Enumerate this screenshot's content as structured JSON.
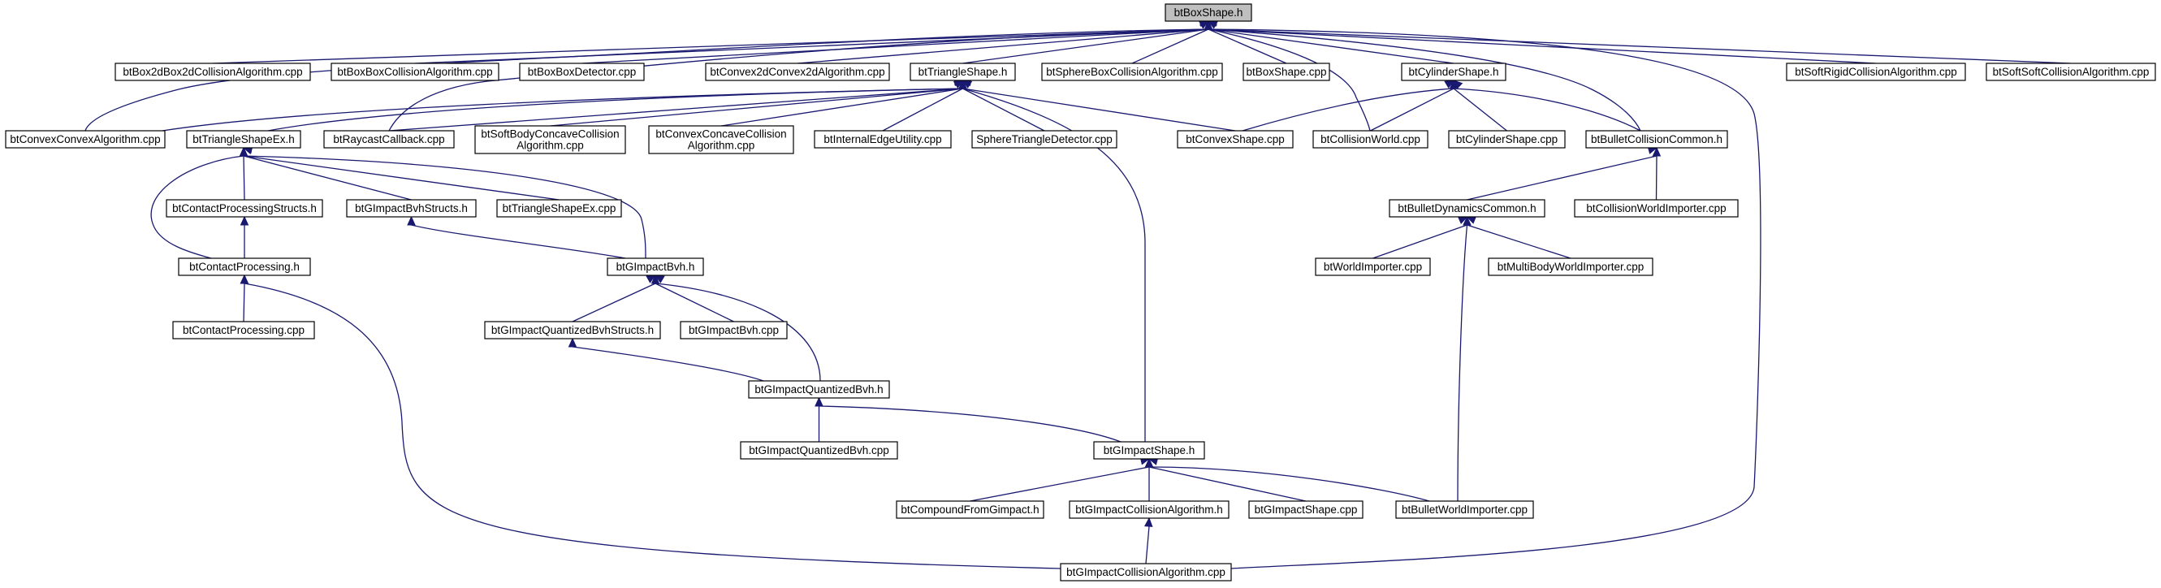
{
  "graph_title": "btBoxShape.h",
  "colors": {
    "edge": "#191970",
    "root_fill": "#bfbfbf",
    "node_fill": "#ffffff",
    "node_border": "#000000"
  },
  "nodes": [
    {
      "id": "root",
      "label": [
        "btBoxShape.h"
      ],
      "root": true
    },
    {
      "id": "b2d",
      "label": [
        "btBox2dBox2dCollisionAlgorithm.cpp"
      ]
    },
    {
      "id": "bbca",
      "label": [
        "btBoxBoxCollisionAlgorithm.cpp"
      ]
    },
    {
      "id": "bbd",
      "label": [
        "btBoxBoxDetector.cpp"
      ]
    },
    {
      "id": "c2d",
      "label": [
        "btConvex2dConvex2dAlgorithm.cpp"
      ]
    },
    {
      "id": "tri",
      "label": [
        "btTriangleShape.h"
      ]
    },
    {
      "id": "sbca",
      "label": [
        "btSphereBoxCollisionAlgorithm.cpp"
      ]
    },
    {
      "id": "boxcpp",
      "label": [
        "btBoxShape.cpp"
      ]
    },
    {
      "id": "cyl",
      "label": [
        "btCylinderShape.h"
      ]
    },
    {
      "id": "srca",
      "label": [
        "btSoftRigidCollisionAlgorithm.cpp"
      ]
    },
    {
      "id": "ssca",
      "label": [
        "btSoftSoftCollisionAlgorithm.cpp"
      ]
    },
    {
      "id": "cca",
      "label": [
        "btConvexConvexAlgorithm.cpp"
      ]
    },
    {
      "id": "trix",
      "label": [
        "btTriangleShapeEx.h"
      ]
    },
    {
      "id": "rayc",
      "label": [
        "btRaycastCallback.cpp"
      ]
    },
    {
      "id": "sbcc",
      "label": [
        "btSoftBodyConcaveCollision",
        "Algorithm.cpp"
      ]
    },
    {
      "id": "ccca",
      "label": [
        "btConvexConcaveCollision",
        "Algorithm.cpp"
      ]
    },
    {
      "id": "ieu",
      "label": [
        "btInternalEdgeUtility.cpp"
      ]
    },
    {
      "id": "std",
      "label": [
        "SphereTriangleDetector.cpp"
      ]
    },
    {
      "id": "cvx",
      "label": [
        "btConvexShape.cpp"
      ]
    },
    {
      "id": "cw",
      "label": [
        "btCollisionWorld.cpp"
      ]
    },
    {
      "id": "cylcpp",
      "label": [
        "btCylinderShape.cpp"
      ]
    },
    {
      "id": "bcc",
      "label": [
        "btBulletCollisionCommon.h"
      ]
    },
    {
      "id": "cps",
      "label": [
        "btContactProcessingStructs.h"
      ]
    },
    {
      "id": "gbs",
      "label": [
        "btGImpactBvhStructs.h"
      ]
    },
    {
      "id": "trixcpp",
      "label": [
        "btTriangleShapeEx.cpp"
      ]
    },
    {
      "id": "bdc",
      "label": [
        "btBulletDynamicsCommon.h"
      ]
    },
    {
      "id": "cwi",
      "label": [
        "btCollisionWorldImporter.cpp"
      ]
    },
    {
      "id": "cp",
      "label": [
        "btContactProcessing.h"
      ]
    },
    {
      "id": "gb",
      "label": [
        "btGImpactBvh.h"
      ]
    },
    {
      "id": "wi",
      "label": [
        "btWorldImporter.cpp"
      ]
    },
    {
      "id": "mbwi",
      "label": [
        "btMultiBodyWorldImporter.cpp"
      ]
    },
    {
      "id": "cpcpp",
      "label": [
        "btContactProcessing.cpp"
      ]
    },
    {
      "id": "gqbs",
      "label": [
        "btGImpactQuantizedBvhStructs.h"
      ]
    },
    {
      "id": "gbcpp",
      "label": [
        "btGImpactBvh.cpp"
      ]
    },
    {
      "id": "gqb",
      "label": [
        "btGImpactQuantizedBvh.h"
      ]
    },
    {
      "id": "gqbcpp",
      "label": [
        "btGImpactQuantizedBvh.cpp"
      ]
    },
    {
      "id": "gs",
      "label": [
        "btGImpactShape.h"
      ]
    },
    {
      "id": "cfg",
      "label": [
        "btCompoundFromGimpact.h"
      ]
    },
    {
      "id": "gca",
      "label": [
        "btGImpactCollisionAlgorithm.h"
      ]
    },
    {
      "id": "gscpp",
      "label": [
        "btGImpactShape.cpp"
      ]
    },
    {
      "id": "bwi",
      "label": [
        "btBulletWorldImporter.cpp"
      ]
    },
    {
      "id": "gcacpp",
      "label": [
        "btGImpactCollisionAlgorithm.cpp"
      ]
    }
  ],
  "edges": [
    [
      "root",
      "b2d"
    ],
    [
      "root",
      "bbca"
    ],
    [
      "root",
      "bbd"
    ],
    [
      "root",
      "c2d"
    ],
    [
      "root",
      "tri"
    ],
    [
      "root",
      "sbca"
    ],
    [
      "root",
      "boxcpp"
    ],
    [
      "root",
      "cyl"
    ],
    [
      "root",
      "srca"
    ],
    [
      "root",
      "ssca"
    ],
    [
      "root",
      "cca"
    ],
    [
      "root",
      "rayc"
    ],
    [
      "root",
      "cw"
    ],
    [
      "root",
      "bcc"
    ],
    [
      "root",
      "gcacpp"
    ],
    [
      "tri",
      "cca"
    ],
    [
      "tri",
      "trix"
    ],
    [
      "tri",
      "rayc"
    ],
    [
      "tri",
      "sbcc"
    ],
    [
      "tri",
      "ccca"
    ],
    [
      "tri",
      "ieu"
    ],
    [
      "tri",
      "std"
    ],
    [
      "tri",
      "cvx"
    ],
    [
      "tri",
      "gs"
    ],
    [
      "cyl",
      "cvx"
    ],
    [
      "cyl",
      "cw"
    ],
    [
      "cyl",
      "cylcpp"
    ],
    [
      "cyl",
      "bcc"
    ],
    [
      "trix",
      "cps"
    ],
    [
      "trix",
      "gbs"
    ],
    [
      "trix",
      "trixcpp"
    ],
    [
      "trix",
      "cp"
    ],
    [
      "trix",
      "gb"
    ],
    [
      "cps",
      "cp"
    ],
    [
      "gbs",
      "gb"
    ],
    [
      "cp",
      "cpcpp"
    ],
    [
      "cp",
      "gcacpp"
    ],
    [
      "gb",
      "gqbs"
    ],
    [
      "gb",
      "gbcpp"
    ],
    [
      "gb",
      "gqb"
    ],
    [
      "gqbs",
      "gqb"
    ],
    [
      "gqb",
      "gqbcpp"
    ],
    [
      "gqb",
      "gs"
    ],
    [
      "gs",
      "cfg"
    ],
    [
      "gs",
      "gca"
    ],
    [
      "gs",
      "gscpp"
    ],
    [
      "gs",
      "bwi"
    ],
    [
      "gca",
      "gcacpp"
    ],
    [
      "bcc",
      "bdc"
    ],
    [
      "bcc",
      "cwi"
    ],
    [
      "bdc",
      "wi"
    ],
    [
      "bdc",
      "mbwi"
    ],
    [
      "bdc",
      "bwi"
    ]
  ]
}
